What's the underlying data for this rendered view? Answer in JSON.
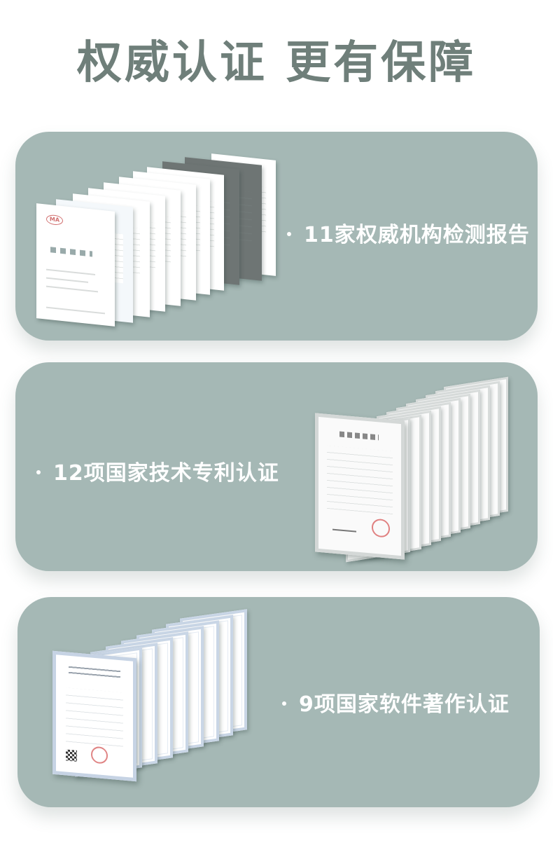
{
  "page": {
    "title": "权威认证 更有保障"
  },
  "sections": [
    {
      "id": "reports",
      "label": "11家权威机构检测报告",
      "image": "stacked-test-reports"
    },
    {
      "id": "patents",
      "label": "12项国家技术专利认证",
      "image": "stacked-patent-certificates"
    },
    {
      "id": "software",
      "label": "9项国家软件著作认证",
      "image": "stacked-software-copyright-certificates"
    }
  ],
  "colors": {
    "title": "#6f7f7a",
    "card_background": "#a5b8b5",
    "card_text": "#ffffff"
  }
}
